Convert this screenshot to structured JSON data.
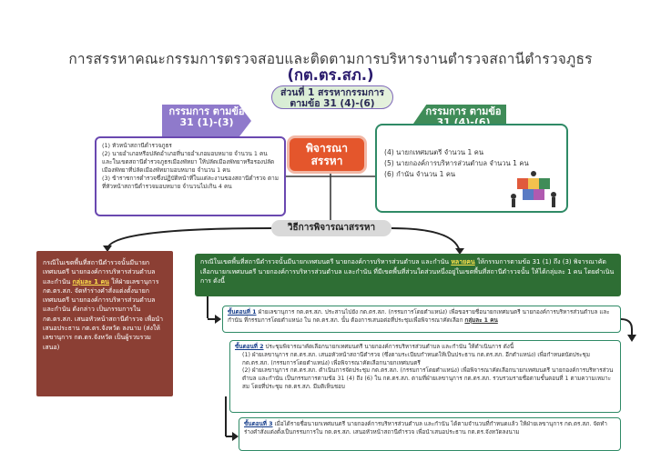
{
  "title": "การสรรหาคณะกรรมการตรวจสอบและติดตามการบริหารงานตำรวจสถานีตำรวจภูธร",
  "subtitle": "(กต.ตร.สภ.)",
  "part_label": "ส่วนที่ 1 สรรหากรรมการ ตามข้อ 31 (4)-(6)",
  "left_head": "กรรมการ ตามข้อ 31 (1)-(3)",
  "left_items": [
    "(1) หัวหน้าสถานีตำรวจภูธร",
    "(2) นายอำเภอหรือปลัดอำเภอที่นายอำเภอมอบหมาย จำนวน 1 คน และในเขตสถานีตำรวจภูธรเมืองพัทยา ให้ปลัดเมืองพัทยาหรือรองปลัดเมืองพัทยาที่ปลัดเมืองพัทยามอบหมาย จำนวน 1 คน",
    "(3) ข้าราชการตำรวจซึ่งปฏิบัติหน้าที่ในแต่ละงานของสถานีตำรวจ ตามที่หัวหน้าสถานีตำรวจมอบหมาย จำนวนไม่เกิน 4 คน"
  ],
  "consider_label": "พิจารณา สรรหา",
  "right_head": "กรรมการ ตามข้อ 31 (4)-(6)",
  "right_items": [
    "(4) นายกเทศมนตรี จำนวน 1 คน",
    "(5) นายกองค์การบริหารส่วนตำบล จำนวน 1 คน",
    "(6) กำนัน จำนวน 1 คน"
  ],
  "method_label": "วิธีการพิจารณาสรรหา",
  "red_box_text": "กรณีในเขตพื้นที่สถานีตำรวจนั้นมีนายกเทศมนตรี นายกองค์การบริหารส่วนตำบล และกำนัน",
  "red_box_highlight": "กลุ่มละ 1 คน",
  "red_box_text2": "ให้ฝ่ายเลขานุการ กต.ตร.สภ. จัดทำร่างคำสั่งแต่งตั้งนายกเทศมนตรี นายกองค์การบริหารส่วนตำบล และกำนัน ดังกล่าว เป็นกรรมการใน กต.ตร.สภ. เสนอหัวหน้าสถานีตำรวจ เพื่อนำเสนอประธาน กต.ตร.จังหวัด ลงนาม (ส่งให้เลขานุการ กต.ตร.จังหวัด เป็นผู้รวบรวมเสนอ)",
  "green_box_text": "กรณีในเขตพื้นที่สถานีตำรวจนั้นมีนายกเทศมนตรี นายกองค์การบริหารส่วนตำบล และกำนัน",
  "green_box_highlight": "หลายคน",
  "green_box_text2": "ให้กรรมการตามข้อ 31 (1) ถึง (3) พิจารณาคัดเลือกนายกเทศมนตรี นายกองค์การบริหารส่วนตำบล และกำนัน ที่มีเขตพื้นที่ส่วนใดส่วนหนึ่งอยู่ในเขตพื้นที่สถานีตำรวจนั้น ให้ได้กลุ่มละ 1 คน โดยดำเนินการ ดังนี้",
  "step1_label": "ขั้นตอนที่ 1",
  "step1_text": "ฝ่ายเลขานุการ กต.ตร.สภ. ประสานไปยัง กต.ตร.สภ. (กรรมการโดยตำแหน่ง) เพื่อขอรายชื่อนายกเทศมนตรี นายกองค์การบริหารส่วนตำบล และกำนัน ที่กรรมการโดยตำแหน่ง ใน กต.ตร.สภ. นั้น ต้องการเสนอต่อที่ประชุมเพื่อพิจารณาคัดเลือก",
  "step1_tail": "กลุ่มละ 1 คน",
  "step2_label": "ขั้นตอนที่ 2",
  "step2_text": "ประชุมพิจารณาคัดเลือกนายกเทศมนตรี นายกองค์การบริหารส่วนตำบล และกำนัน ให้ดำเนินการ ดังนี้",
  "step2_item1": "(1) ฝ่ายเลขานุการ กต.ตร.สภ. เสนอหัวหน้าสถานีตำรวจ (ซึ่งตามระเบียบกำหนดให้เป็นประธาน กต.ตร.สภ. อีกตำแหน่ง) เพื่อกำหนดนัดประชุม กต.ตร.สภ. (กรรมการโดยตำแหน่ง) เพื่อพิจารณาคัดเลือกนายกเทศมนตรี",
  "step2_item2": "(2) ฝ่ายเลขานุการ กต.ตร.สภ. ดำเนินการจัดประชุม กต.ตร.สภ. (กรรมการโดยตำแหน่ง) เพื่อพิจารณาคัดเลือกนายกเทศมนตรี นายกองค์การบริหารส่วนตำบล และกำนัน เป็นกรรมการตามข้อ 31 (4) ถึง (6) ใน กต.ตร.สภ. ตามที่ฝ่ายเลขานุการ กต.ตร.สภ. รวบรวมรายชื่อตามขั้นตอนที่ 1 ตามความเหมาะสม โดยที่ประชุม กต.ตร.สภ. มีมติเห็นชอบ",
  "step3_label": "ขั้นตอนที่ 3",
  "step3_text": "เมื่อได้รายชื่อนายกเทศมนตรี นายกองค์การบริหารส่วนตำบล และกำนัน ได้ตามจำนวนที่กำหนดแล้ว ให้ฝ่ายเลขานุการ กต.ตร.สภ. จัดทำร่างคำสั่งแต่งตั้งเป็นกรรมการใน กต.ตร.สภ. เสนอหัวหน้าสถานีตำรวจ เพื่อนำเสนอประธาน กต.ตร.จังหวัดลงนาม",
  "colors": {
    "left_accent": "#6a48b0",
    "right_accent": "#2f8a66",
    "consider": "#e4562c",
    "red_box": "#8b3f34",
    "green_box": "#2e6e34"
  }
}
